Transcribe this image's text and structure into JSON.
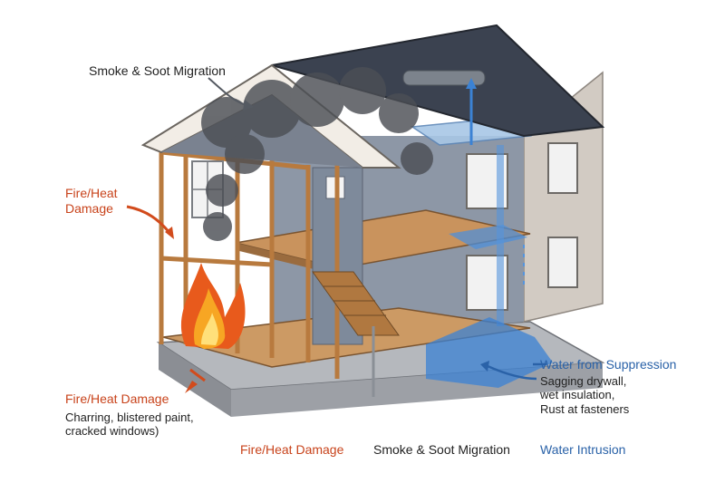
{
  "colors": {
    "fire": "#c8431b",
    "smoke": "#222222",
    "water": "#2a62a8"
  },
  "labels": {
    "smoke_top": "Smoke & Soot Migration",
    "fire_upper_line1": "Fire/Heat",
    "fire_upper_line2": "Damage",
    "fire_lower_title": "Fire/Heat Damage",
    "fire_lower_note_line1": "Charring, blistered paint,",
    "fire_lower_note_line2": "cracked windows)",
    "water_title": "Water from Suppression",
    "water_note_line1": "Sagging drywall,",
    "water_note_line2": "wet insulation,",
    "water_note_line3": "Rust at fasteners"
  },
  "legend": {
    "fire": "Fire/Heat Damage",
    "smoke": "Smoke & Soot Migration",
    "water": "Water Intrusion"
  }
}
